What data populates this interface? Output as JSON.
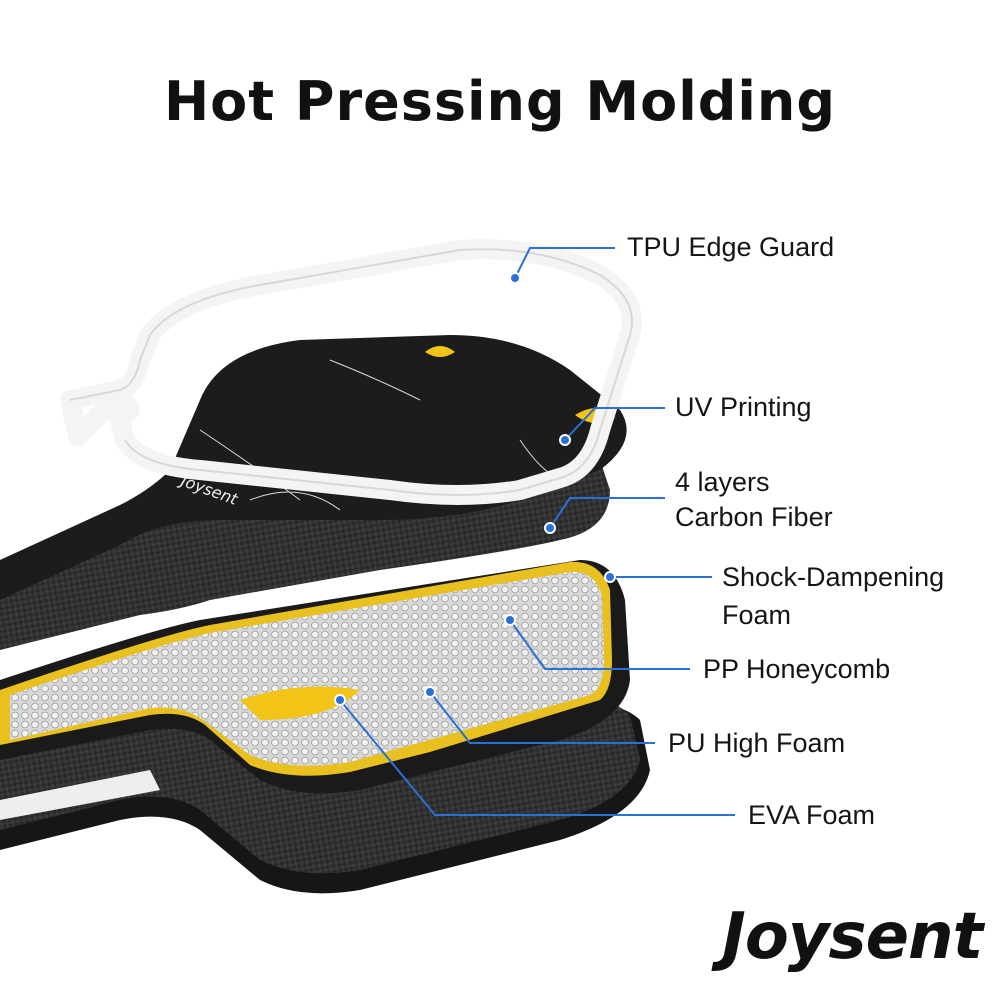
{
  "title": "Hot Pressing Molding",
  "callouts": {
    "tpu": "TPU Edge Guard",
    "uv": "UV Printing",
    "carbon_line1": "4 layers",
    "carbon_line2": "Carbon Fiber",
    "shock_line1": "Shock-Dampening",
    "shock_line2": "Foam",
    "pp": "PP Honeycomb",
    "pu": "PU High Foam",
    "eva": "EVA Foam"
  },
  "brand": "Joysent",
  "colors": {
    "callout": "#2b6fd9",
    "accent": "#f2c418"
  }
}
